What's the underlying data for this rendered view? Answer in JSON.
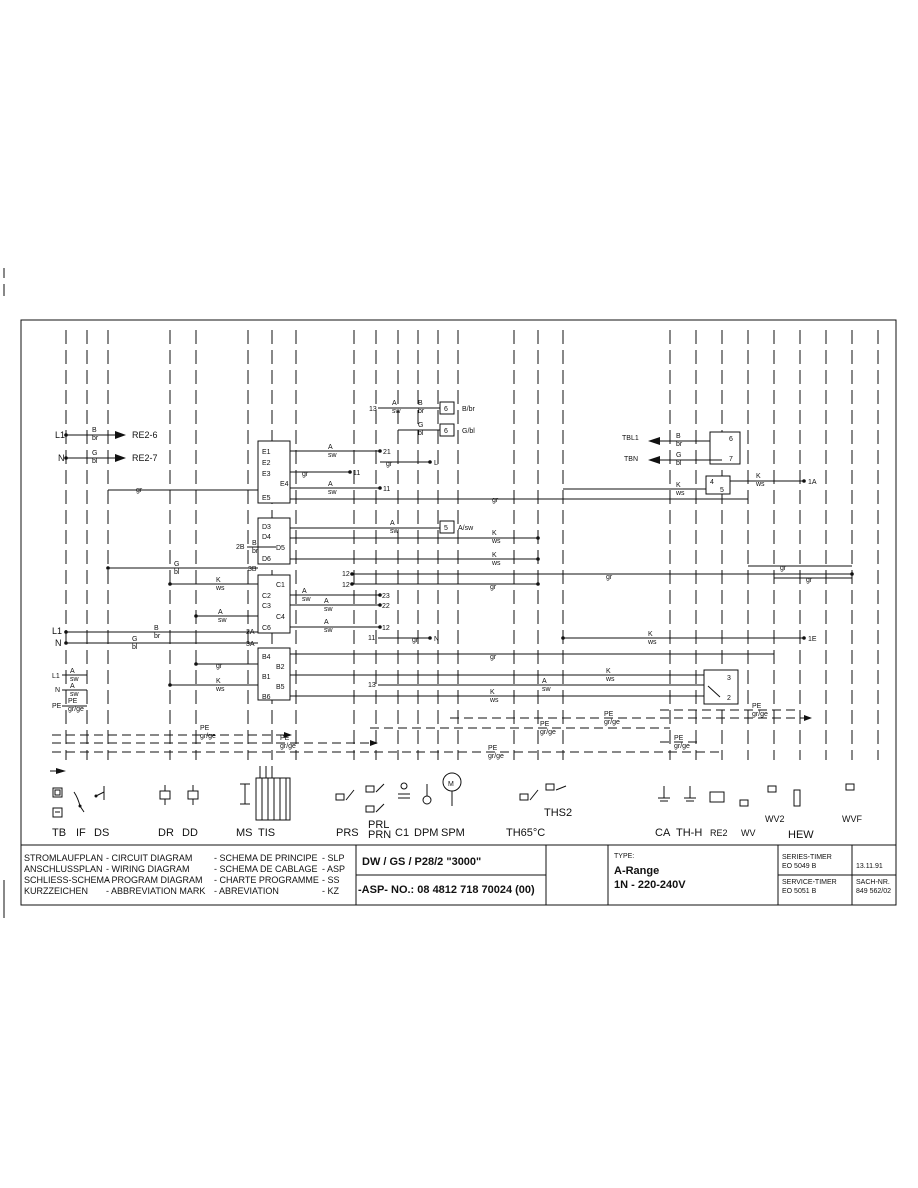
{
  "frame": {
    "vertical_bus_count": 26
  },
  "title_block": {
    "rows": [
      {
        "de": "STROMLAUFPLAN",
        "en": "- CIRCUIT DIAGRAM",
        "fr": "- SCHEMA DE PRINCIPE",
        "abbr": "- SLP"
      },
      {
        "de": "ANSCHLUSSPLAN",
        "en": "- WIRING DIAGRAM",
        "fr": "- SCHEMA DE CABLAGE",
        "abbr": "- ASP"
      },
      {
        "de": "SCHLIESS-SCHEMA",
        "en": "- PROGRAM DIAGRAM",
        "fr": "- CHARTE PROGRAMME",
        "abbr": "- SS"
      },
      {
        "de": "KURZZEICHEN",
        "en": "- ABBREVIATION MARK",
        "fr": "- ABREVIATION",
        "abbr": "- KZ"
      }
    ],
    "model_line": "DW / GS / P28/2  \"3000\"",
    "asp_line": "-ASP- NO.: 08   4812 718 70024  (00)",
    "type_label": "TYPE:",
    "type_name": "A-Range",
    "voltage": "1N - 220-240V",
    "series_timer_label": "SERIES-TIMER",
    "series_timer_value": "EO 5049 B",
    "service_timer_label": "SERVICE-TIMER",
    "service_timer_value": "EO 5051 B",
    "date": "13.11.91",
    "sach_label": "SACH-NR.",
    "sach_value": "849 562/02"
  },
  "component_legend": [
    "TB",
    "IF",
    "DS",
    "DR",
    "DD",
    "MS",
    "TIS",
    "PRS",
    "PRL",
    "PRN",
    "C1",
    "DPM",
    "SPM",
    "TH65°C",
    "THS2",
    "CA",
    "TH-H",
    "RE2",
    "WV",
    "WV2",
    "HEW",
    "WVF"
  ],
  "timer_contacts": {
    "group_E": [
      "E1",
      "E2",
      "E3",
      "E4",
      "E5"
    ],
    "group_D": [
      "D3",
      "D4",
      "D5",
      "D6"
    ],
    "group_C": [
      "C1",
      "C2",
      "C3",
      "C4",
      "C6"
    ],
    "group_B": [
      "B4",
      "B2",
      "B1",
      "B5",
      "B6"
    ]
  },
  "terminals": {
    "L1": "L1",
    "N": "N",
    "PE": "PE",
    "re2_6": "RE2-6",
    "re2_7": "RE2-7",
    "tbl1": "TBL1",
    "tbn": "TBN",
    "term_1A": "1A",
    "term_1E": "1E",
    "term_L": "L",
    "term_N": "N",
    "t2B": "2B",
    "t2A": "2A",
    "t3A": "3A",
    "t3B": "3B",
    "t11": "11",
    "t12": "12",
    "t13": "13",
    "t21": "21",
    "t22": "22",
    "t23": "23"
  },
  "wire_codes": {
    "B_br": [
      "B",
      "br"
    ],
    "G_bl": [
      "G",
      "bl"
    ],
    "A_sw": [
      "A",
      "sw"
    ],
    "K_ws": [
      "K",
      "ws"
    ],
    "gr": "gr",
    "PE_grge": [
      "PE",
      "gr/ge"
    ],
    "Bbr": "B/br",
    "Gbl": "G/bl",
    "Asw": "A/sw"
  },
  "small_boxes": {
    "b6": "6",
    "b5": "5",
    "b7": "7",
    "b4": "4",
    "b3": "3",
    "b2": "2"
  }
}
